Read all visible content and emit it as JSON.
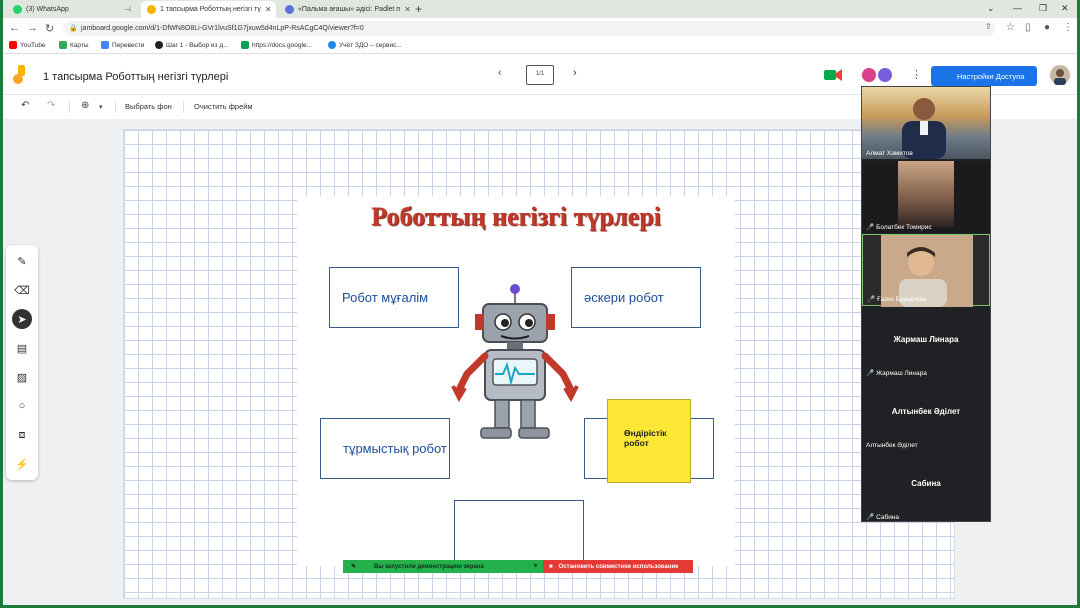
{
  "browser": {
    "tabs": [
      {
        "label": "(3) WhatsApp",
        "icon_color": "#25d366",
        "active": false
      },
      {
        "label": "1 тапсырма Роботтың негізгі тү",
        "icon_color": "#f4b400",
        "active": true
      },
      {
        "label": "«Пальма ағашы» әдісі: Padlet п",
        "icon_color": "#5f6fdd",
        "active": false
      }
    ],
    "new_tab": "+",
    "url": "jamboard.google.com/d/1-DfWN8O8Li-GVr1lvuSf1G7jxuw5d4nLpP-RsACgC4Q/viewer?f=0",
    "bookmarks": [
      {
        "label": "YouTube",
        "color": "#ff0000"
      },
      {
        "label": "Карты",
        "color": "#34a853"
      },
      {
        "label": "Перевести",
        "color": "#4285f4"
      },
      {
        "label": "Шаг 1 - Выбор из д...",
        "color": "#222222"
      },
      {
        "label": "https://docs.google...",
        "color": "#0f9d58"
      },
      {
        "label": "Учёт ЗДО – сервис...",
        "color": "#1e88e5"
      }
    ]
  },
  "jamboard": {
    "title": "1 тапсырма Роботтың негізгі түрлері",
    "frame_indicator": "1/1",
    "share_button": "Настройки Доступа",
    "toolbar": {
      "set_background": "Выбрать фон",
      "clear_frame": "Очистить фрейм"
    }
  },
  "slide": {
    "title": "Роботтың негізгі түрлері",
    "boxes": {
      "teacher": "Робот мұғалім",
      "military": "әскери робот",
      "household": "тұрмыстық робот",
      "industrial_box": "",
      "empty_bottom": ""
    },
    "sticky_note": "Өндірістік робот"
  },
  "screen_share": {
    "status": "Вы запустили демонстрацию экрана",
    "stop": "Остановить совместное использование"
  },
  "participants": [
    {
      "name": "Алмат Хамитов",
      "big_name": "",
      "muted": false,
      "video": true
    },
    {
      "name": "Болатбек Томирис",
      "big_name": "",
      "muted": true,
      "video": true
    },
    {
      "name": "Ғазиз Бауыржан",
      "big_name": "",
      "muted": true,
      "video": true
    },
    {
      "name": "Жармаш Линара",
      "big_name": "Жармаш Линара",
      "muted": true,
      "video": false
    },
    {
      "name": "Алтынбек Әділет",
      "big_name": "Алтынбек Әділет",
      "muted": false,
      "video": false
    },
    {
      "name": "Сабина",
      "big_name": "Сабина",
      "muted": true,
      "video": false
    }
  ],
  "colors": {
    "title_red": "#c0392b",
    "box_text": "#1f4e9a",
    "sticky_yellow": "#fce736",
    "share_blue": "#1a73e8"
  }
}
